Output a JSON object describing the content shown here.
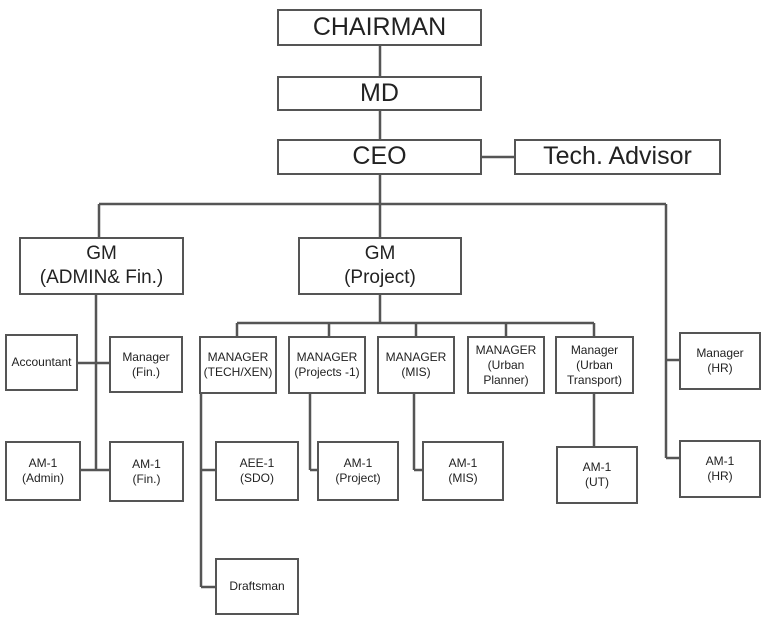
{
  "chairman": "CHAIRMAN",
  "md": "MD",
  "ceo": "CEO",
  "tech_advisor": "Tech. Advisor",
  "gm_admin": "GM\n(ADMIN& Fin.)",
  "gm_project": "GM\n(Project)",
  "accountant": "Accountant",
  "manager_fin": "Manager\n(Fin.)",
  "am1_admin": "AM-1\n(Admin)",
  "am1_fin": "AM-1\n(Fin.)",
  "manager_tech": "MANAGER\n(TECH/XEN)",
  "manager_projects": "MANAGER\n(Projects -1)",
  "manager_mis": "MANAGER\n(MIS)",
  "manager_urban_planner": "MANAGER\n(Urban\nPlanner)",
  "manager_urban_transport": "Manager\n(Urban\nTransport)",
  "manager_hr": "Manager\n(HR)",
  "aee1_sdo": "AEE-1\n(SDO)",
  "draftsman": "Draftsman",
  "am1_project": "AM-1\n(Project)",
  "am1_mis": "AM-1\n(MIS)",
  "am1_ut": "AM-1\n(UT)",
  "am1_hr": "AM-1\n(HR)"
}
